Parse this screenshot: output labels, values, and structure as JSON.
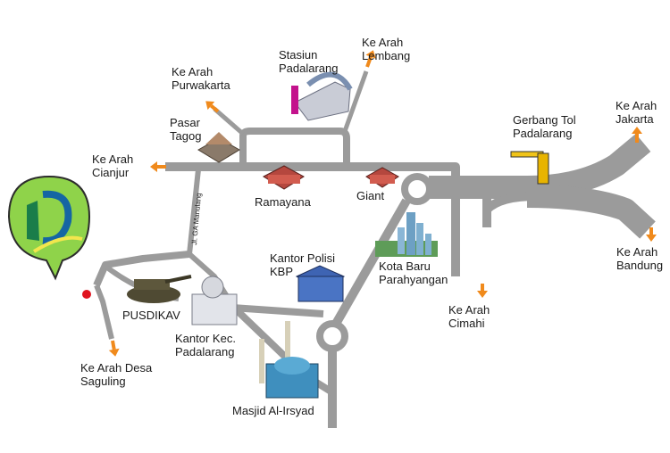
{
  "map": {
    "road_color": "#9b9b9b",
    "arrow_color": "#f08a1c",
    "marker_color": "#e0141f",
    "logo_bg": "#8fd34a",
    "street_label": "Jl. GA Manulang",
    "places": {
      "stasiun": {
        "line1": "Stasiun",
        "line2": "Padalarang"
      },
      "lembang": {
        "line1": "Ke Arah",
        "line2": "Lembang"
      },
      "purwakarta": {
        "line1": "Ke Arah",
        "line2": "Purwakarta"
      },
      "pasar": {
        "line1": "Pasar",
        "line2": "Tagog"
      },
      "cianjur": {
        "line1": "Ke Arah",
        "line2": "Cianjur"
      },
      "tol": {
        "line1": "Gerbang Tol",
        "line2": "Padalarang"
      },
      "jakarta": {
        "line1": "Ke Arah",
        "line2": "Jakarta"
      },
      "ramayana": {
        "line1": "Ramayana"
      },
      "giant": {
        "line1": "Giant"
      },
      "polisi": {
        "line1": "Kantor Polisi",
        "line2": "KBP"
      },
      "kotabaru": {
        "line1": "Kota Baru",
        "line2": "Parahyangan"
      },
      "bandung": {
        "line1": "Ke Arah",
        "line2": "Bandung"
      },
      "cimahi": {
        "line1": "Ke Arah",
        "line2": "Cimahi"
      },
      "pusdikav": {
        "line1": "PUSDIKAV"
      },
      "kecamatan": {
        "line1": "Kantor Kec.",
        "line2": "Padalarang"
      },
      "saguling": {
        "line1": "Ke Arah Desa",
        "line2": "Saguling"
      },
      "masjid": {
        "line1": "Masjid Al-Irsyad"
      }
    }
  }
}
